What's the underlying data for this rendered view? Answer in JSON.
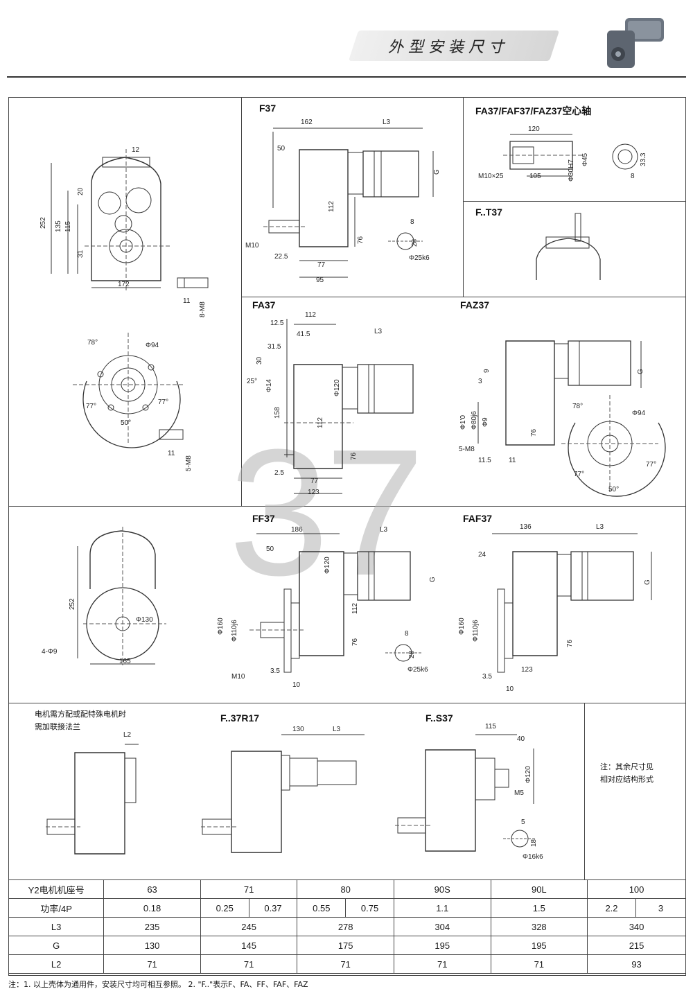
{
  "header": {
    "title": "外型安装尺寸"
  },
  "watermark": "37",
  "sections": {
    "f37": {
      "label": "F37",
      "dims": {
        "top_width": "162",
        "l3": "L3",
        "d50": "50",
        "g": "G",
        "d112": "112",
        "m10": "M10",
        "d76": "76",
        "d225": "22.5",
        "d77": "77",
        "d95": "95",
        "key_w": "8",
        "key_h": "28",
        "shaft": "Φ25k6"
      },
      "side_dims": {
        "d12": "12",
        "d252": "252",
        "d135": "135",
        "d115": "115",
        "d20": "20",
        "d31": "31",
        "d172": "172",
        "d11": "11",
        "bolt": "8-M8"
      }
    },
    "fa37_hollow": {
      "label": "FA37/FAF37/FAZ37空心轴",
      "dims": {
        "d120": "120",
        "d105": "105",
        "thread": "M10×25",
        "bore": "Φ30H7",
        "d45": "Φ45",
        "d333": "33.3",
        "d8": "8"
      }
    },
    "ft37": {
      "label": "F..T37"
    },
    "fa37": {
      "label": "FA37",
      "dims": {
        "d112": "112",
        "d125": "12.5",
        "d415": "41.5",
        "l3": "L3",
        "d315": "31.5",
        "d30": "30",
        "d25": "25°",
        "d14": "Φ14",
        "d120": "Φ120",
        "d158": "158",
        "d112b": "112",
        "d76": "76",
        "d25b": "2.5",
        "d77": "77",
        "d123": "123"
      },
      "flange_dims": {
        "a78": "78°",
        "d94": "Φ94",
        "a77a": "77°",
        "a77b": "77°",
        "a50": "50°",
        "d11": "11",
        "bolt": "5-M8"
      }
    },
    "faz37": {
      "label": "FAZ37",
      "dims": {
        "g": "G",
        "d9": "9",
        "d3": "3",
        "d1": "Φ1'0",
        "d80": "Φ80j6",
        "d6": "Φ9",
        "d76": "76",
        "bolt": "5-M8",
        "d115": "11.5",
        "d11": "11",
        "a78": "78°",
        "d94": "Φ94",
        "a77a": "77°",
        "a77b": "77°",
        "a50": "50°"
      }
    },
    "ff37": {
      "label": "FF37",
      "dims": {
        "d186": "186",
        "l3": "L3",
        "d50": "50",
        "d120": "Φ120",
        "g": "G",
        "d112": "112",
        "d160": "Φ160",
        "d110": "Φ110j6",
        "d76": "76",
        "m10": "M10",
        "d35": "3.5",
        "d10": "10",
        "key_w": "8",
        "key_h": "28",
        "shaft": "Φ25k6"
      },
      "side_dims": {
        "d252": "252",
        "d130": "Φ130",
        "holes": "4-Φ9",
        "d165": "165"
      }
    },
    "faf37": {
      "label": "FAF37",
      "dims": {
        "d136": "136",
        "l3": "L3",
        "d24": "24",
        "g": "G",
        "d160": "Φ160",
        "d110": "Φ110j6",
        "d76": "76",
        "d123": "123",
        "d35": "3.5",
        "d10": "10"
      }
    },
    "special_motor": {
      "note": [
        "电机需方配或配特殊电机时",
        "需加联接法兰"
      ],
      "dims": {
        "l2": "L2"
      }
    },
    "f37r17": {
      "label": "F..37R17",
      "dims": {
        "d130": "130",
        "l3": "L3"
      }
    },
    "fs37": {
      "label": "F..S37",
      "dims": {
        "d115": "115",
        "d40": "40",
        "d120": "Φ120",
        "m5": "M5",
        "d5": "5",
        "d18": "18",
        "shaft": "Φ16k6"
      }
    },
    "side_note": [
      "注：其余尺寸见",
      "相对应结构形式"
    ]
  },
  "table": {
    "row_headers": [
      "Y2电机机座号",
      "功率/4P",
      "L3",
      "G",
      "L2"
    ],
    "frames": [
      "63",
      "71",
      "80",
      "90S",
      "90L",
      "100"
    ],
    "power": [
      [
        "0.18"
      ],
      [
        "0.25",
        "0.37"
      ],
      [
        "0.55",
        "0.75"
      ],
      [
        "1.1"
      ],
      [
        "1.5"
      ],
      [
        "2.2",
        "3"
      ]
    ],
    "l3": [
      "235",
      "245",
      "278",
      "304",
      "328",
      "340"
    ],
    "g": [
      "130",
      "145",
      "175",
      "195",
      "195",
      "215"
    ],
    "l2": [
      "71",
      "71",
      "71",
      "71",
      "71",
      "93"
    ]
  },
  "footer": "注：1. 以上壳体为通用件，安装尺寸均可相互参照。   2. \"F..\"表示F、FA、FF、FAF、FAZ",
  "colors": {
    "line": "#333333",
    "watermark": "#b4b4b4",
    "banner": "#d6d6d6"
  }
}
